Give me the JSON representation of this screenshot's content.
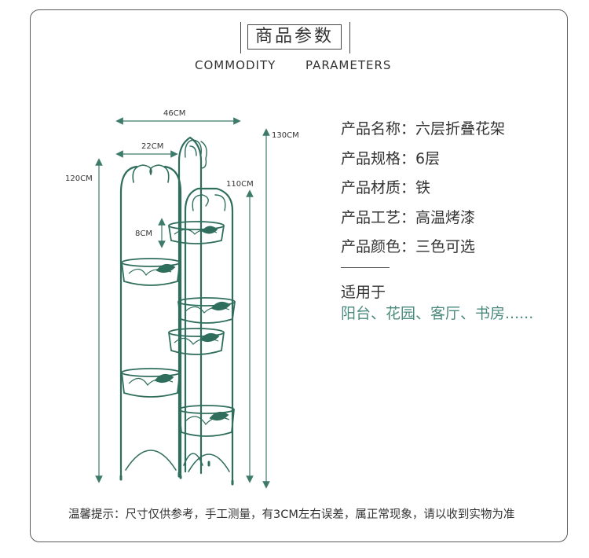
{
  "header": {
    "title": "商品参数",
    "subtitle_left": "COMMODITY",
    "subtitle_right": "PARAMETERS"
  },
  "dimensions": {
    "top_width": "46CM",
    "inner_width": "22CM",
    "left_height": "120CM",
    "right_height": "110CM",
    "total_height": "130CM",
    "tier_gap": "8CM"
  },
  "params": [
    {
      "label": "产品名称：",
      "value": "六层折叠花架"
    },
    {
      "label": "产品规格：",
      "value": "6层"
    },
    {
      "label": "产品材质：",
      "value": "铁"
    },
    {
      "label": "产品工艺：",
      "value": "高温烤漆"
    },
    {
      "label": "产品颜色：",
      "value": "三色可选"
    }
  ],
  "usage": {
    "label": "适用于",
    "value": "阳台、花园、客厅、书房......"
  },
  "footer": {
    "note": "温馨提示：尺寸仅供参考，手工测量，有3CM左右误差，属正常现象，请以收到实物为准"
  },
  "colors": {
    "rack": "#2f6e5c",
    "dimension_line": "#3d7a6a",
    "accent_text": "#4a8a7c"
  }
}
